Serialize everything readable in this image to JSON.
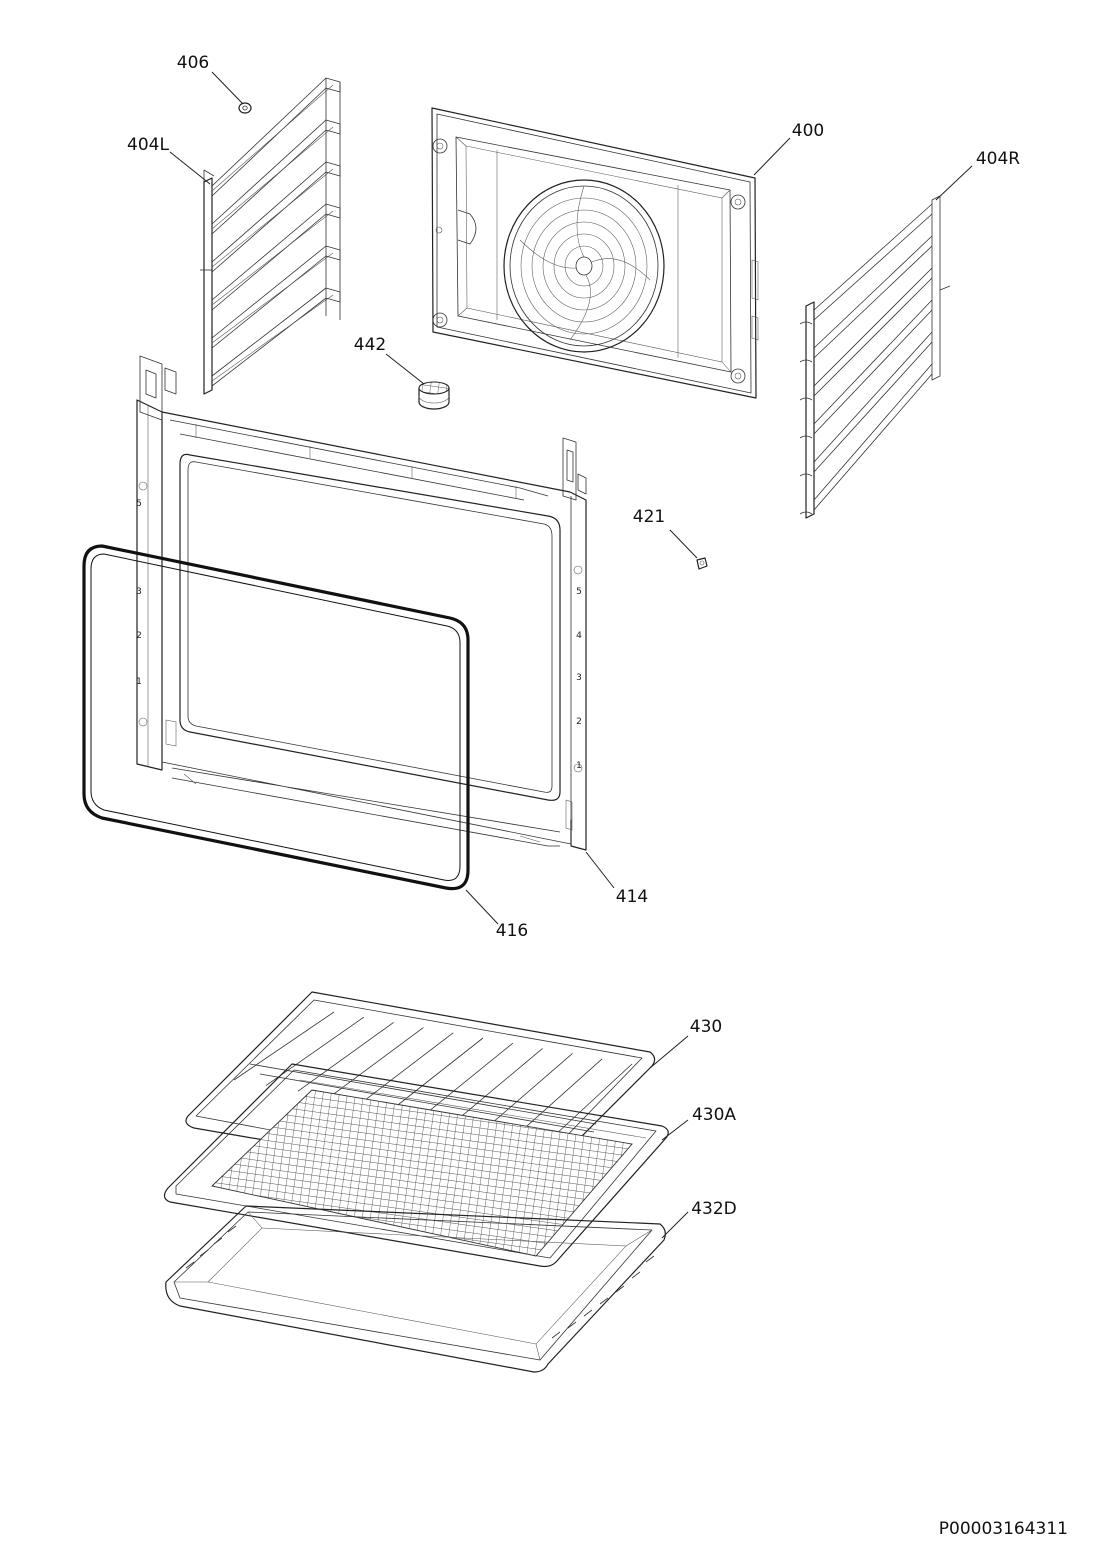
{
  "diagram": {
    "drawing_code": "P00003164311",
    "parts": [
      {
        "id": "p406",
        "label": "406"
      },
      {
        "id": "p404L",
        "label": "404L"
      },
      {
        "id": "p400",
        "label": "400"
      },
      {
        "id": "p404R",
        "label": "404R"
      },
      {
        "id": "p442",
        "label": "442"
      },
      {
        "id": "p421",
        "label": "421"
      },
      {
        "id": "p414",
        "label": "414"
      },
      {
        "id": "p416",
        "label": "416"
      },
      {
        "id": "p430",
        "label": "430"
      },
      {
        "id": "p430A",
        "label": "430A"
      },
      {
        "id": "p432D",
        "label": "432D"
      }
    ],
    "shelf_numbers_left": [
      "5",
      "3",
      "2",
      "1"
    ],
    "shelf_numbers_right": [
      "5",
      "4",
      "3",
      "2",
      "1"
    ]
  }
}
